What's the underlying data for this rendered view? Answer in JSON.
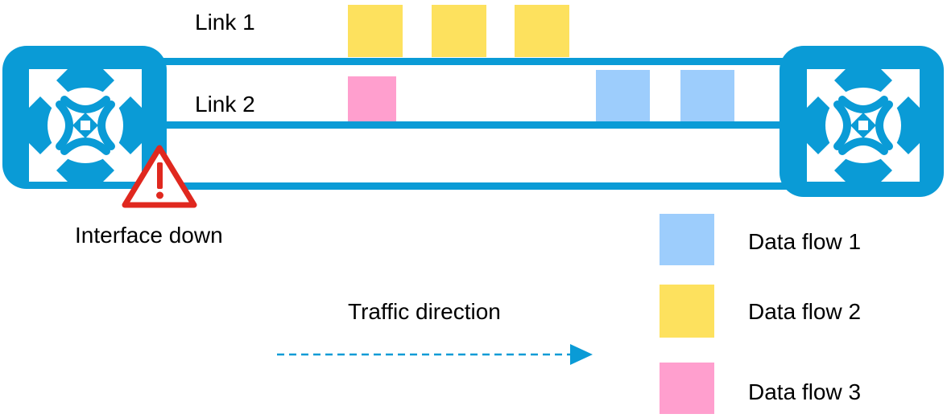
{
  "links": [
    {
      "label": "Link 1"
    },
    {
      "label": "Link 2"
    }
  ],
  "alert": {
    "label": "Interface down",
    "icon": "warning-icon",
    "color": "#e0281f"
  },
  "devices": [
    {
      "icon": "switch-icon",
      "side": "left"
    },
    {
      "icon": "switch-icon",
      "side": "right"
    }
  ],
  "traffic": {
    "label": "Traffic direction",
    "icon": "dashed-arrow-right-icon"
  },
  "legend": [
    {
      "label": "Data flow 1",
      "color": "#9dcdfc"
    },
    {
      "label": "Data flow 2",
      "color": "#fde15e"
    },
    {
      "label": "Data flow 3",
      "color": "#ff9fce"
    }
  ],
  "colors": {
    "link": "#0a9bd6",
    "device": "#0a9bd6"
  }
}
